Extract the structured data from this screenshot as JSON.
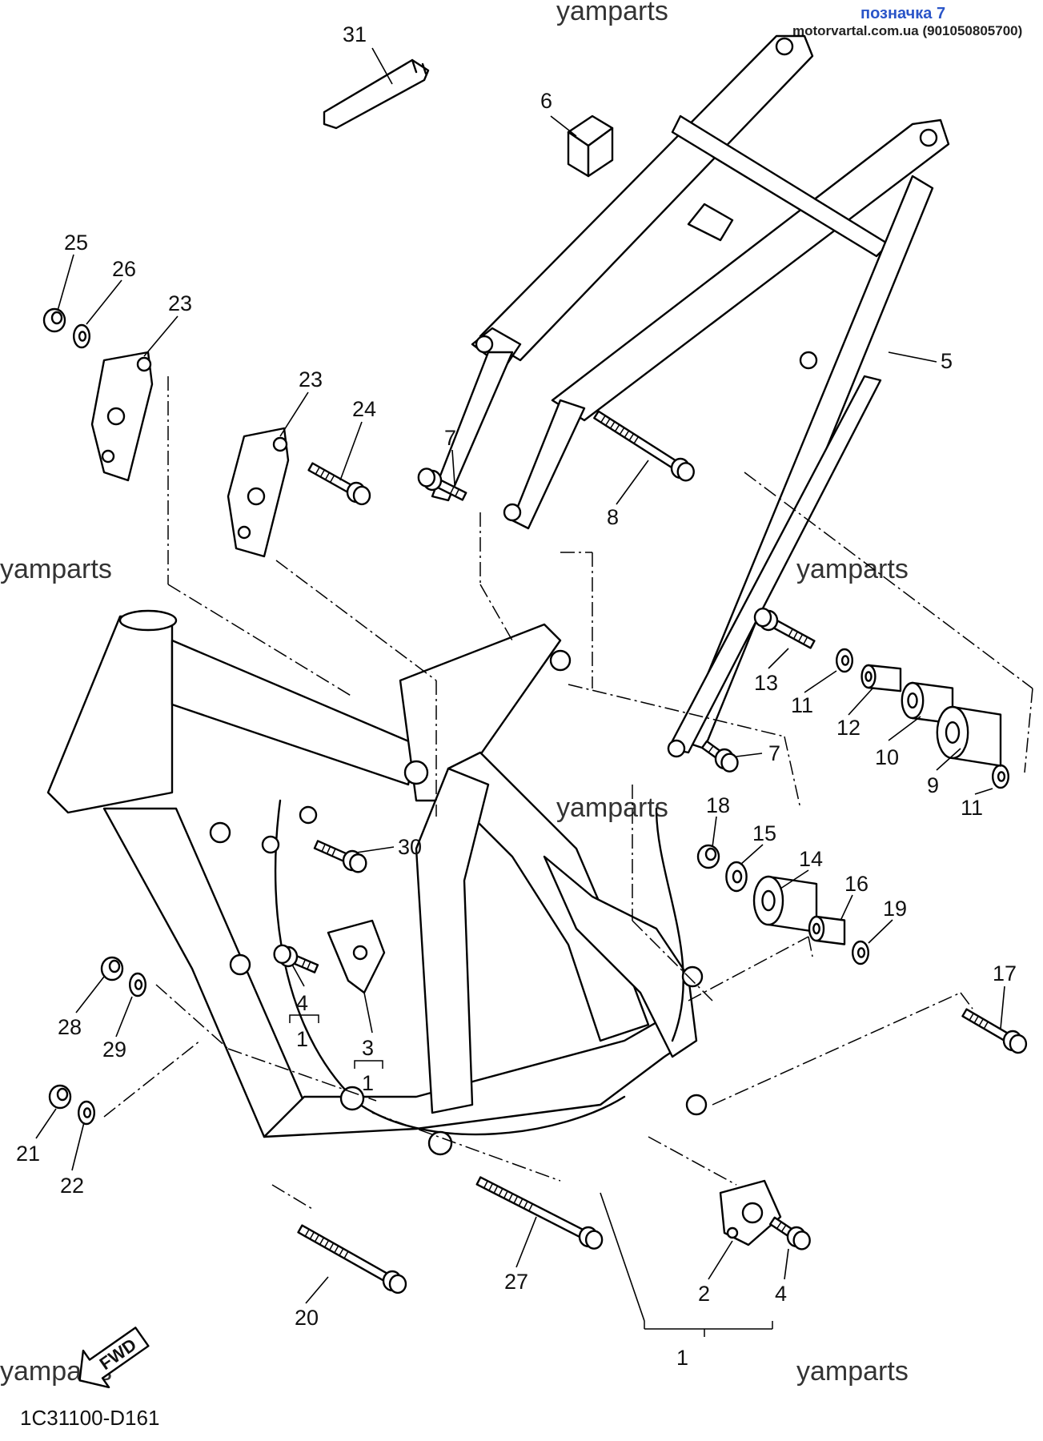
{
  "header": {
    "label": "позначка 7",
    "site": "motorvartal.com.ua (901050805700)"
  },
  "watermarks": [
    "yamparts",
    "yamparts",
    "yamparts",
    "yamparts",
    "yamparts",
    "yamparts"
  ],
  "diagram_code": "1C31100-D161",
  "fwd_label": "FWD",
  "callouts": [
    {
      "id": "c31",
      "text": "31"
    },
    {
      "id": "c6",
      "text": "6"
    },
    {
      "id": "c25",
      "text": "25"
    },
    {
      "id": "c26",
      "text": "26"
    },
    {
      "id": "c23a",
      "text": "23"
    },
    {
      "id": "c23b",
      "text": "23"
    },
    {
      "id": "c24",
      "text": "24"
    },
    {
      "id": "c7a",
      "text": "7"
    },
    {
      "id": "c8",
      "text": "8"
    },
    {
      "id": "c5",
      "text": "5"
    },
    {
      "id": "c13",
      "text": "13"
    },
    {
      "id": "c11a",
      "text": "11"
    },
    {
      "id": "c12",
      "text": "12"
    },
    {
      "id": "c10",
      "text": "10"
    },
    {
      "id": "c9",
      "text": "9"
    },
    {
      "id": "c11b",
      "text": "11"
    },
    {
      "id": "c7b",
      "text": "7"
    },
    {
      "id": "c18",
      "text": "18"
    },
    {
      "id": "c15",
      "text": "15"
    },
    {
      "id": "c14",
      "text": "14"
    },
    {
      "id": "c16",
      "text": "16"
    },
    {
      "id": "c19",
      "text": "19"
    },
    {
      "id": "c30",
      "text": "30"
    },
    {
      "id": "c17",
      "text": "17"
    },
    {
      "id": "c4a",
      "text": "4"
    },
    {
      "id": "c1a",
      "text": "1"
    },
    {
      "id": "c3",
      "text": "3"
    },
    {
      "id": "c1b",
      "text": "1"
    },
    {
      "id": "c28",
      "text": "28"
    },
    {
      "id": "c29",
      "text": "29"
    },
    {
      "id": "c21",
      "text": "21"
    },
    {
      "id": "c22",
      "text": "22"
    },
    {
      "id": "c20",
      "text": "20"
    },
    {
      "id": "c27",
      "text": "27"
    },
    {
      "id": "c2",
      "text": "2"
    },
    {
      "id": "c4b",
      "text": "4"
    },
    {
      "id": "c1c",
      "text": "1"
    }
  ]
}
